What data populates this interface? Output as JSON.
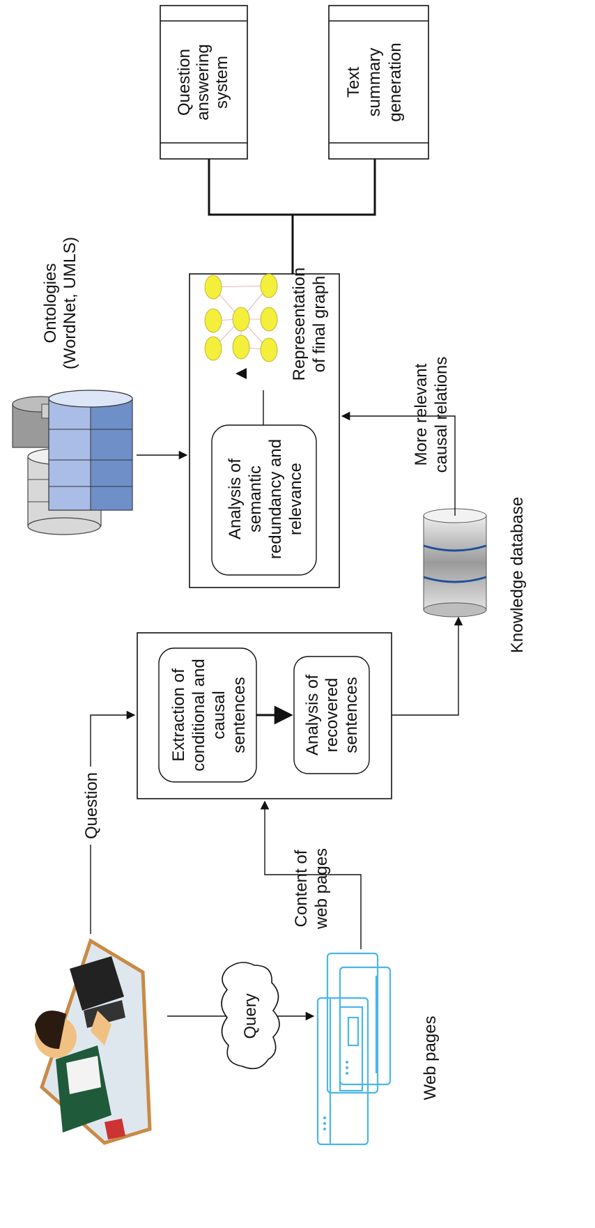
{
  "labels": {
    "question_answering": [
      "Question",
      "answering",
      "system"
    ],
    "text_summary": [
      "Text",
      "summary",
      "generation"
    ],
    "ontologies": [
      "Ontologies",
      "(WordNet, UMLS)"
    ],
    "final_graph": [
      "Representation",
      "of final graph"
    ],
    "semantic_analysis": [
      "Analysis of",
      "semantic",
      "redundancy and",
      "relevance"
    ],
    "more_relevant": [
      "More relevant",
      "causal relations"
    ],
    "knowledge_db": "Knowledge database",
    "extraction": [
      "Extraction of",
      "conditional and",
      "causal",
      "sentences"
    ],
    "recovered": [
      "Analysis of",
      "recovered",
      "sentences"
    ],
    "question": "Question",
    "content": [
      "Content of",
      "web pages"
    ],
    "query": "Query",
    "web_pages": "Web pages"
  },
  "colors": {
    "stroke": "#111111",
    "db_blue": "#6f8fc9",
    "db_gray": "#9a9a9a",
    "web_icon": "#4ab6e8",
    "graph_node": "#f3ef3a"
  },
  "icons": [
    "user-at-computer-icon",
    "web-pages-icon",
    "knowledge-database-icon",
    "ontology-database-icon",
    "cloud-icon",
    "graph-thumbnail-icon"
  ]
}
